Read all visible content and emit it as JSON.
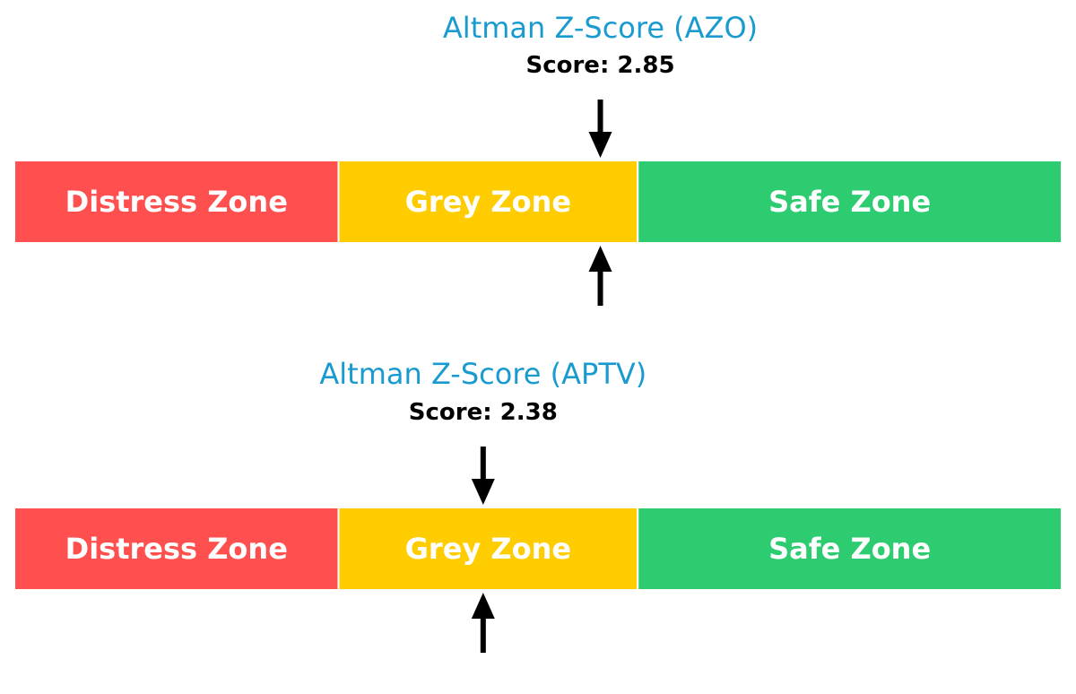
{
  "chart_data": [
    {
      "type": "gauge",
      "title": "Altman Z-Score (AZO)",
      "score_label": "Score: 2.85",
      "score": 2.85,
      "range": [
        0.5,
        4.7
      ],
      "zones": [
        {
          "name": "Distress Zone",
          "from": 0.5,
          "to": 1.8,
          "color": "#ff4f4f"
        },
        {
          "name": "Grey Zone",
          "from": 1.8,
          "to": 3.0,
          "color": "#ffcc00"
        },
        {
          "name": "Safe Zone",
          "from": 3.0,
          "to": 4.7,
          "color": "#2ecc71"
        }
      ]
    },
    {
      "type": "gauge",
      "title": "Altman Z-Score (APTV)",
      "score_label": "Score: 2.38",
      "score": 2.38,
      "range": [
        0.5,
        4.7
      ],
      "zones": [
        {
          "name": "Distress Zone",
          "from": 0.5,
          "to": 1.8,
          "color": "#ff4f4f"
        },
        {
          "name": "Grey Zone",
          "from": 1.8,
          "to": 3.0,
          "color": "#ffcc00"
        },
        {
          "name": "Safe Zone",
          "from": 3.0,
          "to": 4.7,
          "color": "#2ecc71"
        }
      ]
    }
  ],
  "colors": {
    "title": "#1a9bd0",
    "arrow": "#000000",
    "zone_text": "#ffffff"
  }
}
